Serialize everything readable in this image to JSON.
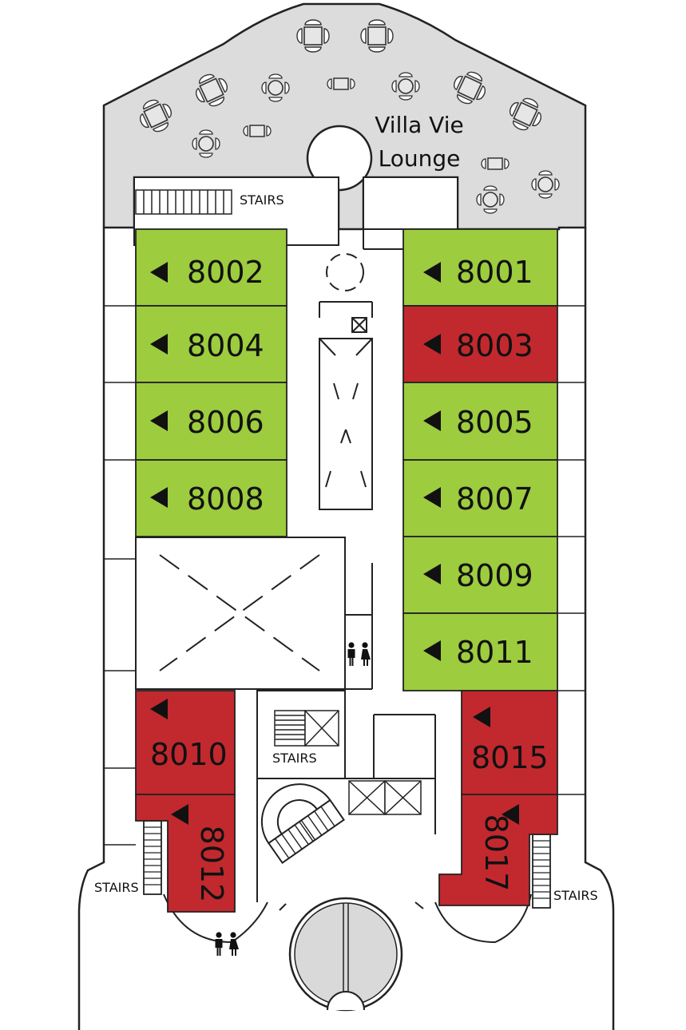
{
  "colors": {
    "available": "#9dcc3f",
    "unavailable": "#c1292e",
    "lounge": "#dcdcdc",
    "outline": "#222222"
  },
  "lounge": {
    "line1": "Villa Vie",
    "line2": "Lounge"
  },
  "stairs_label": "STAIRS",
  "cabins": [
    {
      "number": "8001",
      "status": "available"
    },
    {
      "number": "8002",
      "status": "available"
    },
    {
      "number": "8003",
      "status": "unavailable"
    },
    {
      "number": "8004",
      "status": "available"
    },
    {
      "number": "8005",
      "status": "available"
    },
    {
      "number": "8006",
      "status": "available"
    },
    {
      "number": "8007",
      "status": "available"
    },
    {
      "number": "8008",
      "status": "available"
    },
    {
      "number": "8009",
      "status": "available"
    },
    {
      "number": "8010",
      "status": "unavailable"
    },
    {
      "number": "8011",
      "status": "available"
    },
    {
      "number": "8012",
      "status": "unavailable"
    },
    {
      "number": "8015",
      "status": "unavailable"
    },
    {
      "number": "8017",
      "status": "unavailable"
    }
  ]
}
